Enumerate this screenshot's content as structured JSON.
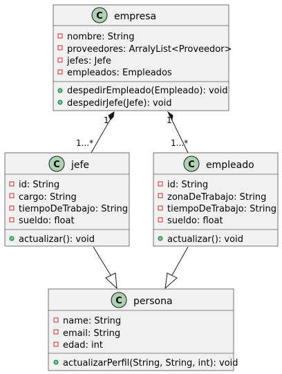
{
  "classes": {
    "empresa": {
      "stereotype": "C",
      "name": "empresa",
      "attributes": [
        "nombre: String",
        "proveedores: ArralyList<Proveedor>",
        "jefes: Jefe",
        "empleados: Empleados"
      ],
      "methods": [
        "despedirEmpleado(Empleado): void",
        "despedirJefe(Jefe): void"
      ]
    },
    "jefe": {
      "stereotype": "C",
      "name": "jefe",
      "attributes": [
        "id: String",
        "cargo: String",
        "tiempoDeTrabajo: String",
        "sueldo: float"
      ],
      "methods": [
        "actualizar(): void"
      ]
    },
    "empleado": {
      "stereotype": "C",
      "name": "empleado",
      "attributes": [
        "id: String",
        "zonaDeTrabajo: String",
        "tiempoDeTrabajo: String",
        "sueldo: float"
      ],
      "methods": [
        "actualizar(): void"
      ]
    },
    "persona": {
      "stereotype": "C",
      "name": "persona",
      "attributes": [
        "name: String",
        "email: String",
        "edad: int"
      ],
      "methods": [
        "actualizarPerfil(String, String, int): void"
      ]
    }
  },
  "relations": {
    "empresa_jefe": {
      "from_mult": "1",
      "to_mult": "1...*"
    },
    "empresa_empleado": {
      "from_mult": "1",
      "to_mult": "1...*"
    }
  },
  "colors": {
    "box_fill": "#f1f1f1",
    "class_circle": "#add1b2",
    "private_marker": "#c82930",
    "public_marker": "#84be84"
  }
}
